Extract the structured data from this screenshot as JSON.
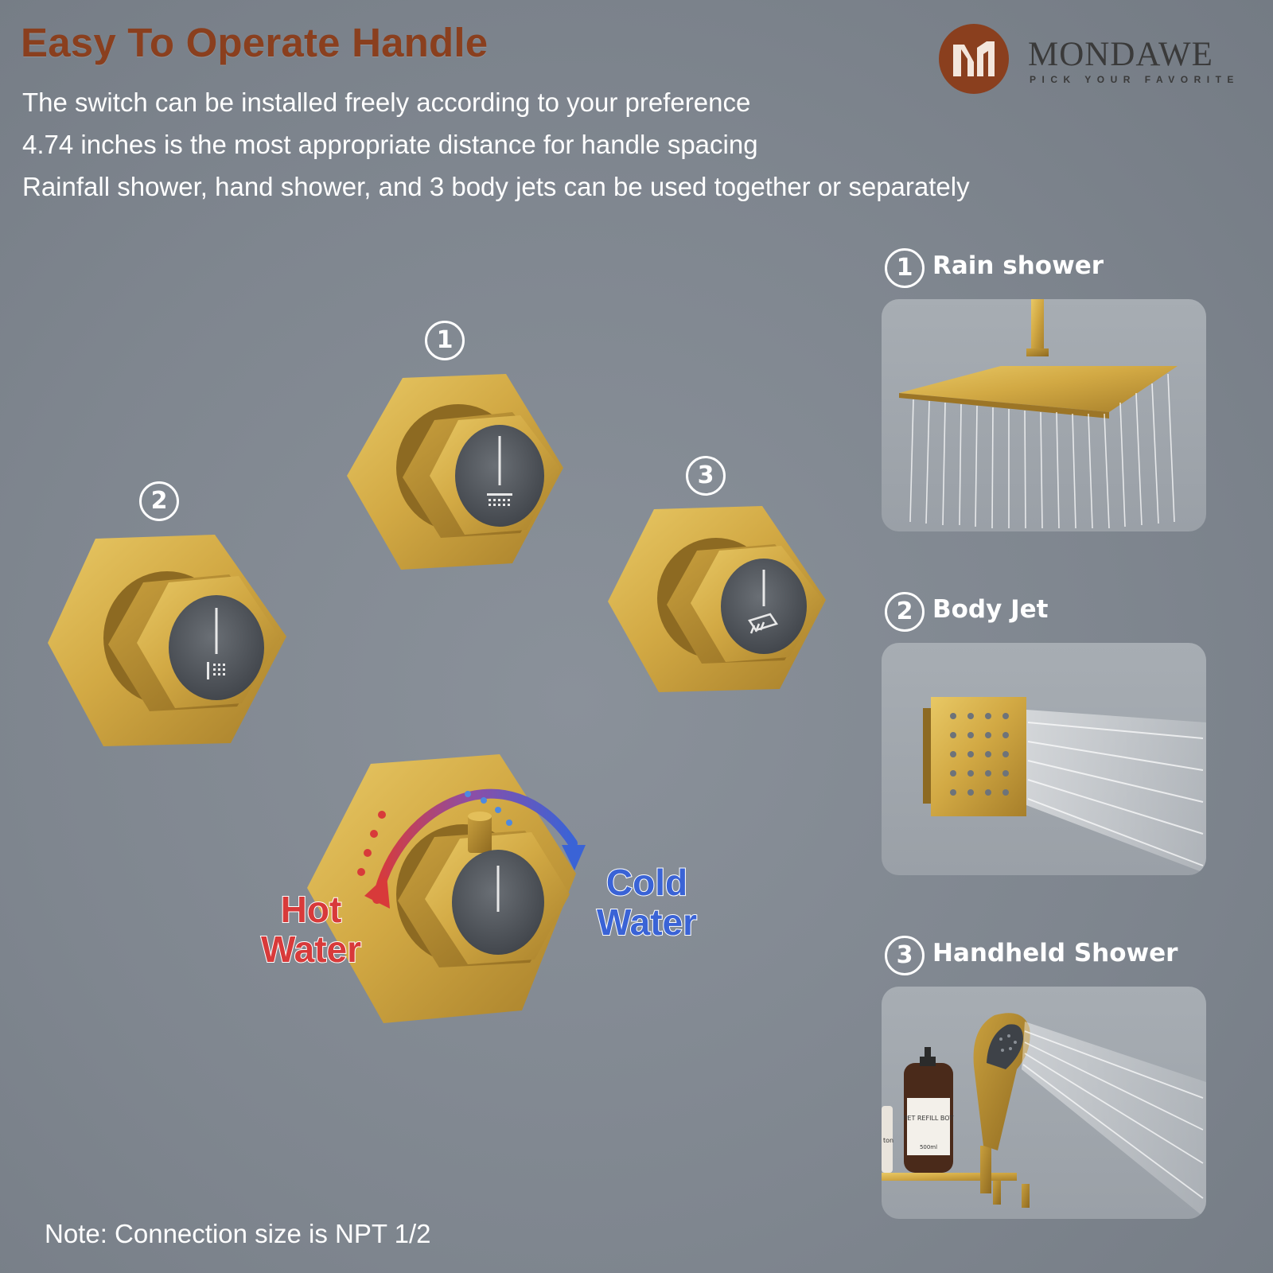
{
  "header": {
    "title": "Easy To Operate Handle",
    "lines": [
      "The switch can be installed freely according to your preference",
      "4.74 inches is the most appropriate distance for handle spacing",
      "Rainfall shower, hand shower, and 3 body jets can be used together or separately"
    ]
  },
  "brand": {
    "name": "MONDAWE",
    "tagline": "PICK YOUR FAVORITE",
    "color": "#8a3f1e"
  },
  "handles": {
    "numbers": [
      "1",
      "2",
      "3"
    ],
    "hot_line1": "Hot",
    "hot_line2": "Water",
    "cold_line1": "Cold",
    "cold_line2": "Water",
    "hot_color": "#d83a3a",
    "cold_color": "#3a63d6",
    "finish_color": "#c9a03e"
  },
  "features": [
    {
      "number": "1",
      "label": "Rain shower"
    },
    {
      "number": "2",
      "label": "Body Jet"
    },
    {
      "number": "3",
      "label": "Handheld Shower"
    }
  ],
  "product_photo": {
    "bottle_label": "PET REFILL BOT",
    "bottle_volume": "500ml",
    "side_label": "ton"
  },
  "footer": {
    "note": "Note: Connection size is NPT 1/2"
  }
}
